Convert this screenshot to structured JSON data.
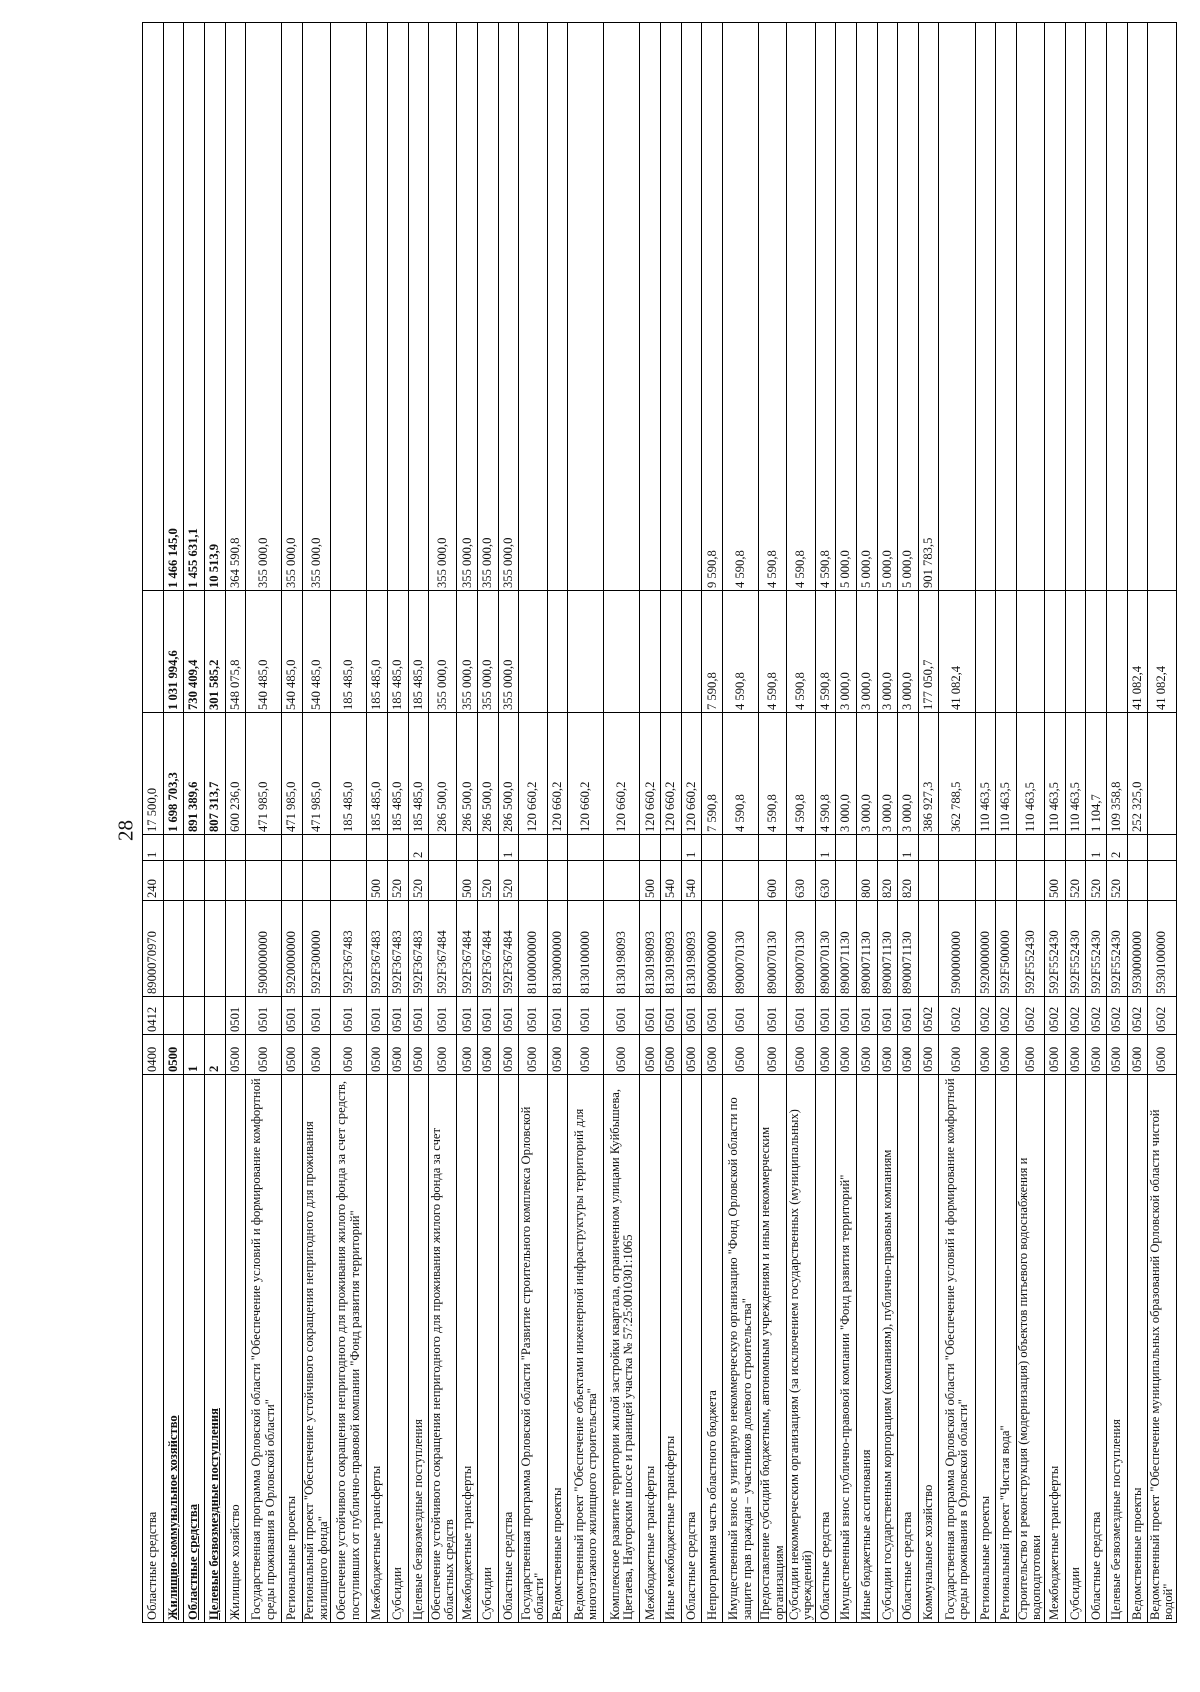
{
  "page_number": "28",
  "rows": [
    {
      "name": "Областные средства",
      "rz": "0400",
      "pr": "0412",
      "csr": "8900070970",
      "vr": "240",
      "src": "1",
      "y1": "17 500,0",
      "y2": "",
      "y3": "",
      "bold": false,
      "tall": false
    },
    {
      "name": "Жилищно-коммунальное хозяйство",
      "rz": "0500",
      "pr": "",
      "csr": "",
      "vr": "",
      "src": "",
      "y1": "1 698 703,3",
      "y2": "1 031 994,6",
      "y3": "1 466 145,0",
      "bold": true,
      "tall": false
    },
    {
      "name": "Областные средства",
      "rz": "1",
      "pr": "",
      "csr": "",
      "vr": "",
      "src": "",
      "y1": "891 389,6",
      "y2": "730 409,4",
      "y3": "1 455 631,1",
      "bold": true,
      "tall": false
    },
    {
      "name": "Целевые безвозмездные поступления",
      "rz": "2",
      "pr": "",
      "csr": "",
      "vr": "",
      "src": "",
      "y1": "807 313,7",
      "y2": "301 585,2",
      "y3": "10 513,9",
      "bold": true,
      "tall": false
    },
    {
      "name": "Жилищное хозяйство",
      "rz": "0500",
      "pr": "0501",
      "csr": "",
      "vr": "",
      "src": "",
      "y1": "600 236,0",
      "y2": "548 075,8",
      "y3": "364 590,8",
      "bold": false,
      "tall": false
    },
    {
      "name": "Государственная программа Орловской области \"Обеспечение условий и формирование комфортной среды проживания в Орловской области\"",
      "rz": "0500",
      "pr": "0501",
      "csr": "5900000000",
      "vr": "",
      "src": "",
      "y1": "471 985,0",
      "y2": "540 485,0",
      "y3": "355 000,0",
      "bold": false,
      "tall": true
    },
    {
      "name": "Региональные проекты",
      "rz": "0500",
      "pr": "0501",
      "csr": "5920000000",
      "vr": "",
      "src": "",
      "y1": "471 985,0",
      "y2": "540 485,0",
      "y3": "355 000,0",
      "bold": false,
      "tall": false
    },
    {
      "name": "Региональный проект \"Обеспечение устойчивого сокращения непригодного для проживания жилищного фонда\"",
      "rz": "0500",
      "pr": "0501",
      "csr": "592F300000",
      "vr": "",
      "src": "",
      "y1": "471 985,0",
      "y2": "540 485,0",
      "y3": "355 000,0",
      "bold": false,
      "tall": false
    },
    {
      "name": "Обеспечение устойчивого сокращения непригодного для проживания жилого фонда за счет средств, поступивших от публично-правовой компании \"Фонд развития территорий\"",
      "rz": "0500",
      "pr": "0501",
      "csr": "592F367483",
      "vr": "",
      "src": "",
      "y1": "185 485,0",
      "y2": "185 485,0",
      "y3": "",
      "bold": false,
      "tall": true
    },
    {
      "name": "Межбюджетные трансферты",
      "rz": "0500",
      "pr": "0501",
      "csr": "592F367483",
      "vr": "500",
      "src": "",
      "y1": "185 485,0",
      "y2": "185 485,0",
      "y3": "",
      "bold": false,
      "tall": false
    },
    {
      "name": "Субсидии",
      "rz": "0500",
      "pr": "0501",
      "csr": "592F367483",
      "vr": "520",
      "src": "",
      "y1": "185 485,0",
      "y2": "185 485,0",
      "y3": "",
      "bold": false,
      "tall": false
    },
    {
      "name": "Целевые безвозмездные поступления",
      "rz": "0500",
      "pr": "0501",
      "csr": "592F367483",
      "vr": "520",
      "src": "2",
      "y1": "185 485,0",
      "y2": "185 485,0",
      "y3": "",
      "bold": false,
      "tall": false
    },
    {
      "name": "Обеспечение устойчивого сокращения непригодного для проживания жилого фонда за счет областных средств",
      "rz": "0500",
      "pr": "0501",
      "csr": "592F367484",
      "vr": "",
      "src": "",
      "y1": "286 500,0",
      "y2": "355 000,0",
      "y3": "355 000,0",
      "bold": false,
      "tall": false
    },
    {
      "name": "Межбюджетные трансферты",
      "rz": "0500",
      "pr": "0501",
      "csr": "592F367484",
      "vr": "500",
      "src": "",
      "y1": "286 500,0",
      "y2": "355 000,0",
      "y3": "355 000,0",
      "bold": false,
      "tall": false
    },
    {
      "name": "Субсидии",
      "rz": "0500",
      "pr": "0501",
      "csr": "592F367484",
      "vr": "520",
      "src": "",
      "y1": "286 500,0",
      "y2": "355 000,0",
      "y3": "355 000,0",
      "bold": false,
      "tall": false
    },
    {
      "name": "Областные средства",
      "rz": "0500",
      "pr": "0501",
      "csr": "592F367484",
      "vr": "520",
      "src": "1",
      "y1": "286 500,0",
      "y2": "355 000,0",
      "y3": "355 000,0",
      "bold": false,
      "tall": false
    },
    {
      "name": "Государственная программа Орловской области \"Развитие строительного комплекса Орловской области\"",
      "rz": "0500",
      "pr": "0501",
      "csr": "8100000000",
      "vr": "",
      "src": "",
      "y1": "120 660,2",
      "y2": "",
      "y3": "",
      "bold": false,
      "tall": false
    },
    {
      "name": "Ведомственные проекты",
      "rz": "0500",
      "pr": "0501",
      "csr": "8130000000",
      "vr": "",
      "src": "",
      "y1": "120 660,2",
      "y2": "",
      "y3": "",
      "bold": false,
      "tall": false
    },
    {
      "name": "Ведомственный проект \"Обеспечение объектами инженерной инфраструктуры территорий для многоэтажного жилищного строительства\"",
      "rz": "0500",
      "pr": "0501",
      "csr": "8130100000",
      "vr": "",
      "src": "",
      "y1": "120 660,2",
      "y2": "",
      "y3": "",
      "bold": false,
      "tall": true
    },
    {
      "name": "Комплексное развитие территории жилой застройки квартала, ограниченном улицами Куйбышева, Цветаева, Наугорским шоссе и границей участка № 57:25:0010301:1065",
      "rz": "0500",
      "pr": "0501",
      "csr": "8130198093",
      "vr": "",
      "src": "",
      "y1": "120 660,2",
      "y2": "",
      "y3": "",
      "bold": false,
      "tall": true
    },
    {
      "name": "Межбюджетные трансферты",
      "rz": "0500",
      "pr": "0501",
      "csr": "8130198093",
      "vr": "500",
      "src": "",
      "y1": "120 660,2",
      "y2": "",
      "y3": "",
      "bold": false,
      "tall": false
    },
    {
      "name": "Иные межбюджетные трансферты",
      "rz": "0500",
      "pr": "0501",
      "csr": "8130198093",
      "vr": "540",
      "src": "",
      "y1": "120 660,2",
      "y2": "",
      "y3": "",
      "bold": false,
      "tall": false
    },
    {
      "name": "Областные средства",
      "rz": "0500",
      "pr": "0501",
      "csr": "8130198093",
      "vr": "540",
      "src": "1",
      "y1": "120 660,2",
      "y2": "",
      "y3": "",
      "bold": false,
      "tall": false
    },
    {
      "name": "Непрограммная часть областного бюджета",
      "rz": "0500",
      "pr": "0501",
      "csr": "8900000000",
      "vr": "",
      "src": "",
      "y1": "7 590,8",
      "y2": "7 590,8",
      "y3": "9 590,8",
      "bold": false,
      "tall": false
    },
    {
      "name": "Имущественный взнос в унитарную некоммерческую организацию \"Фонд Орловской области по защите прав граждан – участников долевого строительства\"",
      "rz": "0500",
      "pr": "0501",
      "csr": "8900070130",
      "vr": "",
      "src": "",
      "y1": "4 590,8",
      "y2": "4 590,8",
      "y3": "4 590,8",
      "bold": false,
      "tall": true
    },
    {
      "name": "Предоставление субсидий бюджетным, автономным учреждениям и иным некоммерческим организациям",
      "rz": "0500",
      "pr": "0501",
      "csr": "8900070130",
      "vr": "600",
      "src": "",
      "y1": "4 590,8",
      "y2": "4 590,8",
      "y3": "4 590,8",
      "bold": false,
      "tall": false
    },
    {
      "name": "Субсидии некоммерческим организациям (за исключением государственных (муниципальных) учреждений)",
      "rz": "0500",
      "pr": "0501",
      "csr": "8900070130",
      "vr": "630",
      "src": "",
      "y1": "4 590,8",
      "y2": "4 590,8",
      "y3": "4 590,8",
      "bold": false,
      "tall": false
    },
    {
      "name": "Областные средства",
      "rz": "0500",
      "pr": "0501",
      "csr": "8900070130",
      "vr": "630",
      "src": "1",
      "y1": "4 590,8",
      "y2": "4 590,8",
      "y3": "4 590,8",
      "bold": false,
      "tall": false
    },
    {
      "name": "Имущественный взнос публично-правовой компании \"Фонд развития территорий\"",
      "rz": "0500",
      "pr": "0501",
      "csr": "8900071130",
      "vr": "",
      "src": "",
      "y1": "3 000,0",
      "y2": "3 000,0",
      "y3": "5 000,0",
      "bold": false,
      "tall": false
    },
    {
      "name": "Иные бюджетные ассигнования",
      "rz": "0500",
      "pr": "0501",
      "csr": "8900071130",
      "vr": "800",
      "src": "",
      "y1": "3 000,0",
      "y2": "3 000,0",
      "y3": "5 000,0",
      "bold": false,
      "tall": false
    },
    {
      "name": "Субсидии государственным корпорациям (компаниям), публично-правовым компаниям",
      "rz": "0500",
      "pr": "0501",
      "csr": "8900071130",
      "vr": "820",
      "src": "",
      "y1": "3 000,0",
      "y2": "3 000,0",
      "y3": "5 000,0",
      "bold": false,
      "tall": false
    },
    {
      "name": "Областные средства",
      "rz": "0500",
      "pr": "0501",
      "csr": "8900071130",
      "vr": "820",
      "src": "1",
      "y1": "3 000,0",
      "y2": "3 000,0",
      "y3": "5 000,0",
      "bold": false,
      "tall": false
    },
    {
      "name": "Коммунальное хозяйство",
      "rz": "0500",
      "pr": "0502",
      "csr": "",
      "vr": "",
      "src": "",
      "y1": "386 927,3",
      "y2": "177 050,7",
      "y3": "901 783,5",
      "bold": false,
      "tall": false
    },
    {
      "name": "Государственная программа Орловской области \"Обеспечение условий и формирование комфортной среды проживания в Орловской области\"",
      "rz": "0500",
      "pr": "0502",
      "csr": "5900000000",
      "vr": "",
      "src": "",
      "y1": "362 788,5",
      "y2": "41 082,4",
      "y3": "",
      "bold": false,
      "tall": true
    },
    {
      "name": "Региональные проекты",
      "rz": "0500",
      "pr": "0502",
      "csr": "5920000000",
      "vr": "",
      "src": "",
      "y1": "110 463,5",
      "y2": "",
      "y3": "",
      "bold": false,
      "tall": false
    },
    {
      "name": "Региональный проект \"Чистая вода\"",
      "rz": "0500",
      "pr": "0502",
      "csr": "592F500000",
      "vr": "",
      "src": "",
      "y1": "110 463,5",
      "y2": "",
      "y3": "",
      "bold": false,
      "tall": false
    },
    {
      "name": "Строительство и реконструкция (модернизация) объектов питьевого водоснабжения и водоподготовки",
      "rz": "0500",
      "pr": "0502",
      "csr": "592F552430",
      "vr": "",
      "src": "",
      "y1": "110 463,5",
      "y2": "",
      "y3": "",
      "bold": false,
      "tall": false
    },
    {
      "name": "Межбюджетные трансферты",
      "rz": "0500",
      "pr": "0502",
      "csr": "592F552430",
      "vr": "500",
      "src": "",
      "y1": "110 463,5",
      "y2": "",
      "y3": "",
      "bold": false,
      "tall": false
    },
    {
      "name": "Субсидии",
      "rz": "0500",
      "pr": "0502",
      "csr": "592F552430",
      "vr": "520",
      "src": "",
      "y1": "110 463,5",
      "y2": "",
      "y3": "",
      "bold": false,
      "tall": false
    },
    {
      "name": "Областные средства",
      "rz": "0500",
      "pr": "0502",
      "csr": "592F552430",
      "vr": "520",
      "src": "1",
      "y1": "1 104,7",
      "y2": "",
      "y3": "",
      "bold": false,
      "tall": false
    },
    {
      "name": "Целевые безвозмездные поступления",
      "rz": "0500",
      "pr": "0502",
      "csr": "592F552430",
      "vr": "520",
      "src": "2",
      "y1": "109 358,8",
      "y2": "",
      "y3": "",
      "bold": false,
      "tall": false
    },
    {
      "name": "Ведомственные проекты",
      "rz": "0500",
      "pr": "0502",
      "csr": "5930000000",
      "vr": "",
      "src": "",
      "y1": "252 325,0",
      "y2": "41 082,4",
      "y3": "",
      "bold": false,
      "tall": false
    },
    {
      "name": "Ведомственный проект \"Обеспечение муниципальных образований Орловской области чистой водой\"",
      "rz": "0500",
      "pr": "0502",
      "csr": "5930100000",
      "vr": "",
      "src": "",
      "y1": "",
      "y2": "41 082,4",
      "y3": "",
      "bold": false,
      "tall": false
    }
  ]
}
